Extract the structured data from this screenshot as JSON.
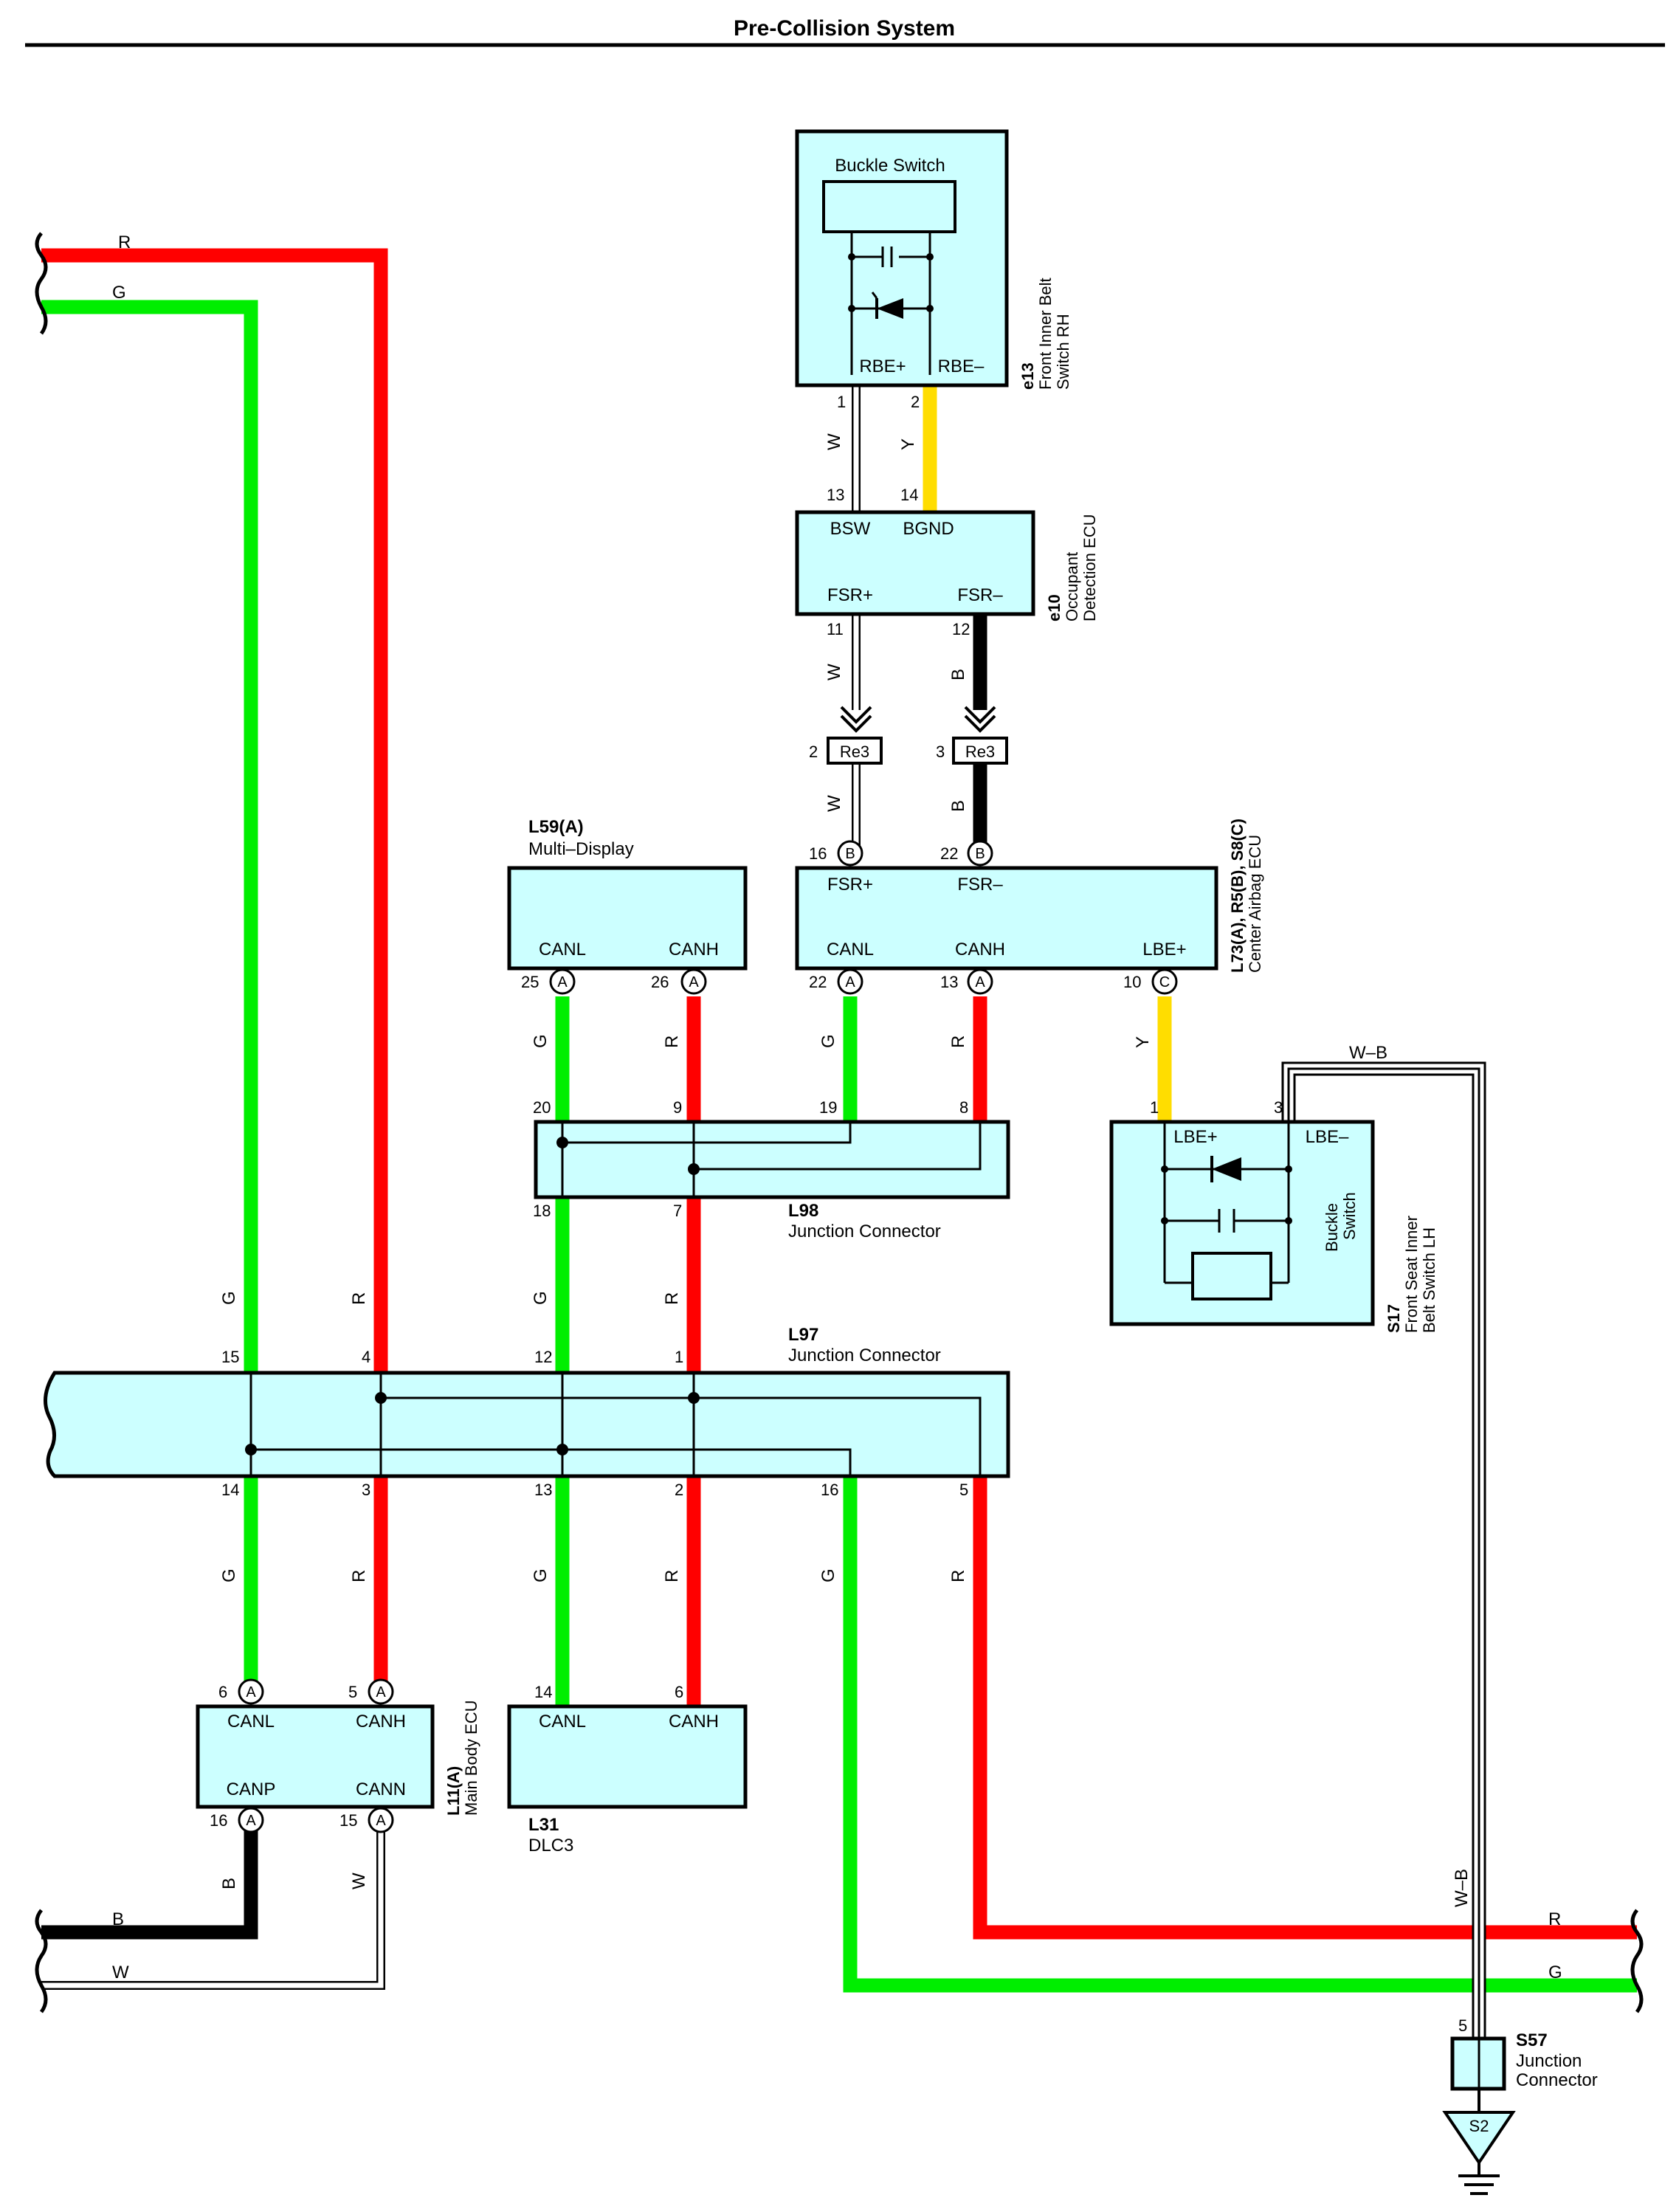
{
  "title": "Pre-Collision System",
  "colors": {
    "R": "#ff0000",
    "G": "#00ee00",
    "B": "#000000",
    "W": "#ffffff",
    "Y": "#ffdd00",
    "component_fill": "#ccffff"
  },
  "components": {
    "e13": {
      "code": "e13",
      "name1": "Front Inner Belt",
      "name2": "Switch RH",
      "inner_label": "Buckle Switch",
      "pin_labels": [
        "RBE+",
        "RBE–"
      ]
    },
    "e10": {
      "code": "e10",
      "name1": "Occupant",
      "name2": "Detection ECU",
      "pin_labels": [
        "BSW",
        "BGND",
        "FSR+",
        "FSR–"
      ]
    },
    "re3": {
      "label": "Re3"
    },
    "l59": {
      "code": "L59(A)",
      "name": "Multi–Display",
      "pin_labels": [
        "CANL",
        "CANH"
      ]
    },
    "l73": {
      "code": "L73(A), R5(B), S8(C)",
      "name": "Center Airbag ECU",
      "pin_labels": [
        "FSR+",
        "FSR–",
        "CANL",
        "CANH",
        "LBE+"
      ]
    },
    "l98": {
      "code": "L98",
      "name": "Junction Connector"
    },
    "s17": {
      "code": "S17",
      "name1": "Front Seat Inner",
      "name2": "Belt Switch LH",
      "inner_label1": "Buckle",
      "inner_label2": "Switch",
      "pin_labels": [
        "LBE+",
        "LBE–"
      ]
    },
    "l97": {
      "code": "L97",
      "name": "Junction Connector"
    },
    "l11": {
      "code": "L11(A)",
      "name": "Main Body ECU",
      "pin_labels": [
        "CANL",
        "CANH",
        "CANP",
        "CANN"
      ]
    },
    "l31": {
      "code": "L31",
      "name": "DLC3",
      "pin_labels": [
        "CANL",
        "CANH"
      ]
    },
    "s57": {
      "code": "S57",
      "name1": "Junction",
      "name2": "Connector"
    },
    "ground": {
      "label": "S2"
    }
  },
  "connector_letters": [
    "A",
    "B",
    "C"
  ],
  "pin_numbers": {
    "e13": [
      "1",
      "2"
    ],
    "e10": [
      "13",
      "14",
      "11",
      "12"
    ],
    "re3": [
      "2",
      "3"
    ],
    "l73_b": [
      "16",
      "22"
    ],
    "l59": [
      "25",
      "26"
    ],
    "l73_a": [
      "22",
      "13"
    ],
    "l73_c": [
      "10"
    ],
    "l98_top": [
      "20",
      "9",
      "19",
      "8"
    ],
    "l98_bot": [
      "18",
      "7"
    ],
    "s17": [
      "1",
      "3"
    ],
    "l97_top": [
      "15",
      "4",
      "12",
      "1"
    ],
    "l97_bot": [
      "14",
      "3",
      "13",
      "2",
      "16",
      "5"
    ],
    "l11_top": [
      "6",
      "5"
    ],
    "l11_bot": [
      "16",
      "15"
    ],
    "l31": [
      "14",
      "6"
    ],
    "s57": [
      "5"
    ]
  },
  "wire_colors": [
    "R",
    "G",
    "B",
    "W",
    "Y",
    "W–B"
  ]
}
